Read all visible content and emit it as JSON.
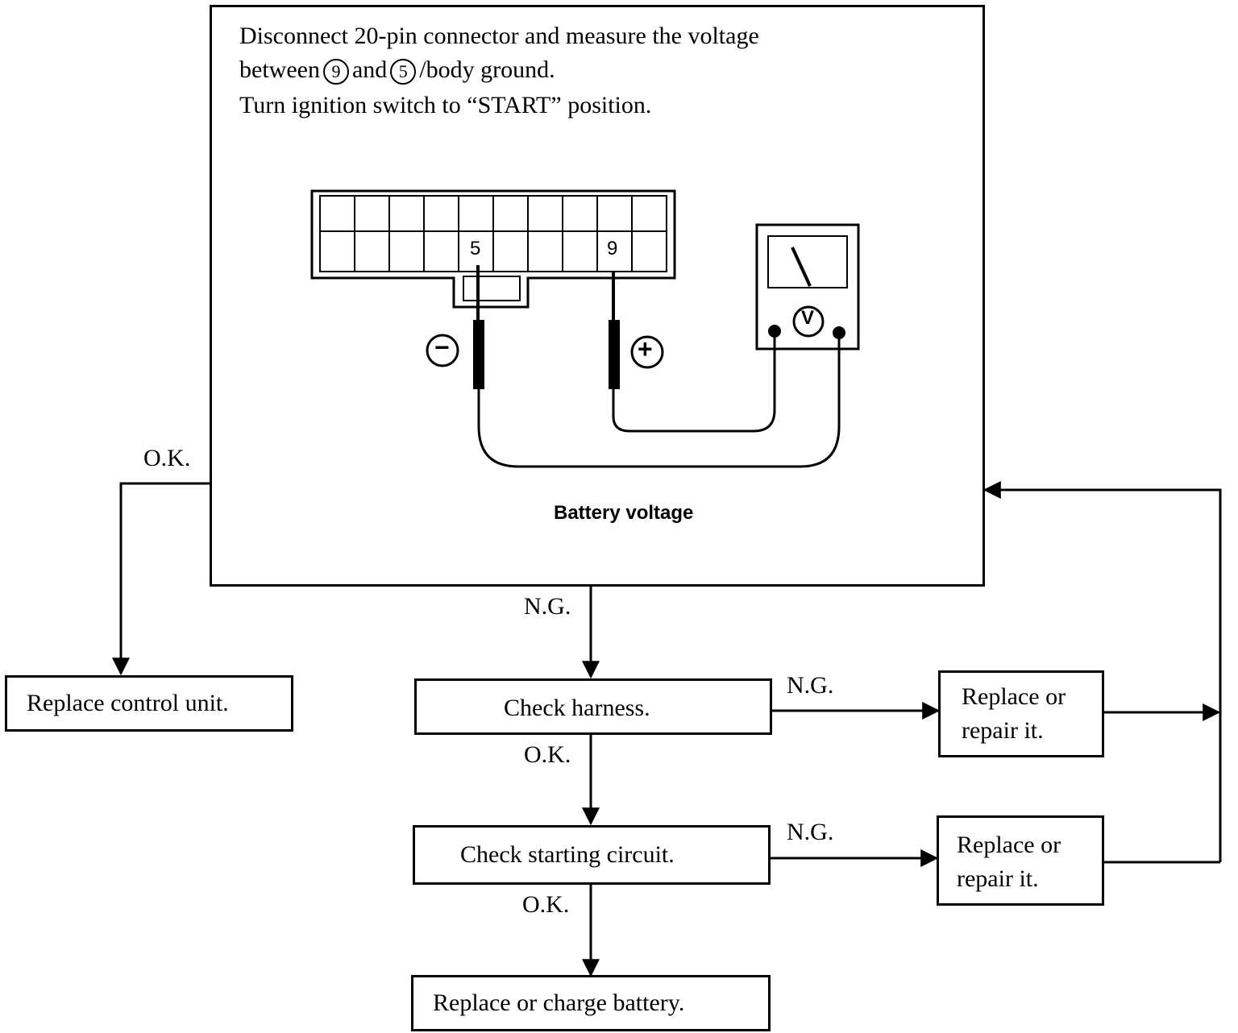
{
  "main_box": {
    "line1": "Disconnect 20-pin connector and measure the voltage",
    "line2_a": "between",
    "pin_a": "9",
    "line2_b": "and",
    "pin_b": "5",
    "line2_c": "/body ground.",
    "line3": "Turn ignition switch to “START” position.",
    "connector_pin_5": "5",
    "connector_pin_9": "9",
    "minus_symbol": "−",
    "plus_symbol": "+",
    "meter_symbol": "V",
    "caption": "Battery voltage"
  },
  "labels": {
    "ok_1": "O.K.",
    "ng_1": "N.G.",
    "ng_2": "N.G.",
    "ok_2": "O.K.",
    "ng_3": "N.G.",
    "ok_3": "O.K."
  },
  "boxes": {
    "replace_control_unit": "Replace control unit.",
    "check_harness": "Check harness.",
    "replace_repair_1_l1": "Replace or",
    "replace_repair_1_l2": "repair it.",
    "check_starting_circuit": "Check starting circuit.",
    "replace_repair_2_l1": "Replace or",
    "replace_repair_2_l2": "repair it.",
    "replace_charge_battery": "Replace or charge battery."
  }
}
